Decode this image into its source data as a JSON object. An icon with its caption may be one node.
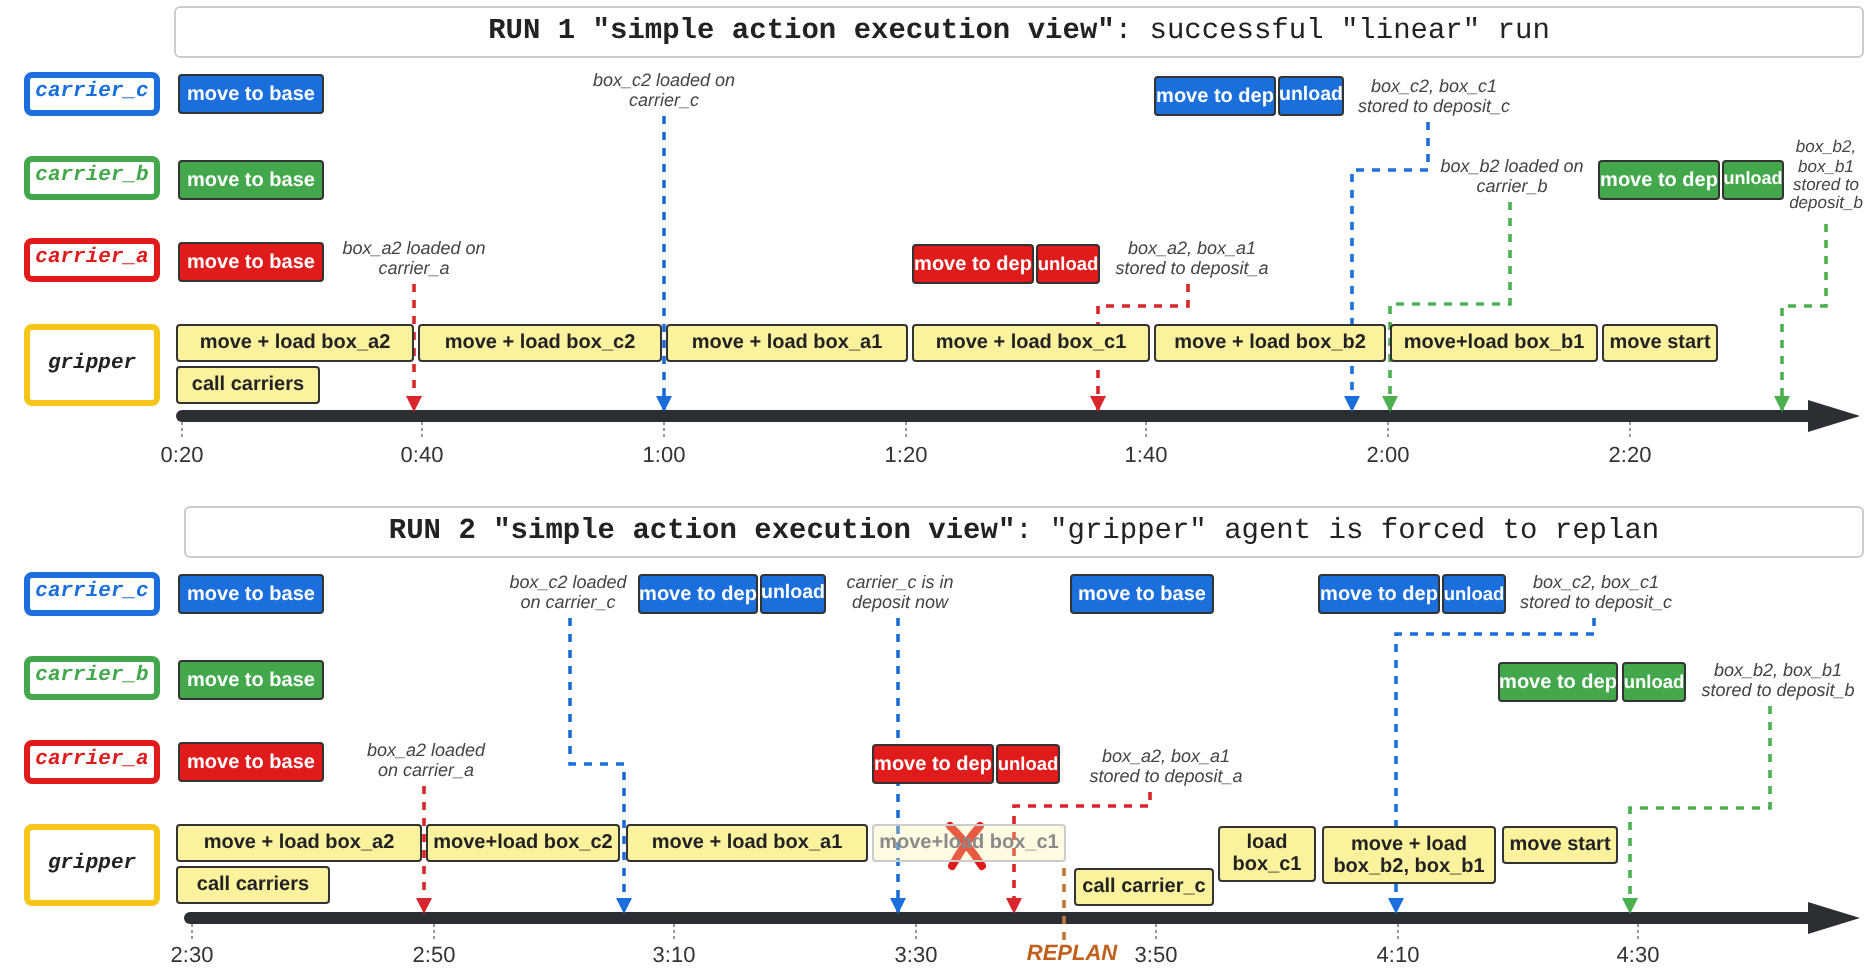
{
  "diagram": {
    "nodes": [
      {
        "text": [
          "carrier_c"
        ]
      },
      {
        "text": [
          "move to base"
        ]
      },
      {
        "text": [
          "box_c2 loaded on carrier_c"
        ]
      },
      {
        "text": [
          "move to dep"
        ]
      },
      {
        "text": [
          "unload"
        ]
      },
      {
        "text": [
          "box_c2, box_c1 stored to deposit_c"
        ]
      },
      {
        "text": [
          "carrier_b"
        ]
      },
      {
        "text": [
          "move to base"
        ]
      },
      {
        "text": [
          "box_b2 loaded on carrier_b"
        ]
      },
      {
        "text": [
          "move to dep"
        ]
      },
      {
        "text": [
          "unload"
        ]
      },
      {
        "text": [
          "box_b2, box_b1 stored to deposit_b"
        ]
      },
      {
        "text": [
          "carrier_a"
        ]
      },
      {
        "text": [
          "move to base"
        ]
      },
      {
        "text": [
          "box_a2 loaded on carrier_a"
        ]
      },
      {
        "text": [
          "move to dep"
        ]
      },
      {
        "text": [
          "unload"
        ]
      },
      {
        "text": [
          "box_a2, box_a1 stored to deposit_a"
        ]
      },
      {
        "text": [
          "gripper"
        ]
      },
      {
        "text": [
          "move + load box_a2"
        ]
      },
      {
        "text": [
          "move + load box_c2"
        ]
      },
      {
        "text": [
          "move + load box_a1"
        ]
      },
      {
        "text": [
          "move + load box_c1"
        ]
      },
      {
        "text": [
          "move + load box_b2"
        ]
      },
      {
        "text": [
          "move+load box_b1"
        ]
      },
      {
        "text": [
          "move start"
        ]
      },
      {
        "text": [
          "call carriers"
        ]
      },
      {
        "text": [],
        "shape": "arrow"
      },
      {
        "text": [
          "carrier_c"
        ]
      },
      {
        "text": [
          "move to base"
        ]
      },
      {
        "text": [
          "box_c2 loaded on carrier_c"
        ]
      },
      {
        "text": [
          "move to dep"
        ]
      },
      {
        "text": [
          "unload"
        ]
      },
      {
        "text": [
          "carrier_c is in deposit now"
        ]
      },
      {
        "text": [
          "move to base"
        ]
      },
      {
        "text": [
          "move to dep"
        ]
      },
      {
        "text": [
          "unload"
        ]
      },
      {
        "text": [
          "box_c2, box_c1 stored to deposit_c"
        ]
      },
      {
        "text": [
          "carrier_b"
        ]
      },
      {
        "text": [
          "move to base"
        ]
      },
      {
        "text": [
          "move to dep"
        ]
      },
      {
        "text": [
          "unload"
        ]
      },
      {
        "text": [
          "box_b2, box_b1 stored to deposit_b"
        ]
      },
      {
        "text": [
          "carrier_a"
        ]
      },
      {
        "text": [
          "move to base"
        ]
      },
      {
        "text": [
          "box_a2 loaded on carrier_a"
        ]
      },
      {
        "text": [
          "move to dep"
        ]
      },
      {
        "text": [
          "unload"
        ]
      },
      {
        "text": [
          "box_a2, box_a1 stored to deposit_a"
        ]
      },
      {
        "text": [
          "gripper"
        ]
      },
      {
        "text": [
          "move + load box_a2"
        ]
      },
      {
        "text": [
          "move+load box_c2"
        ]
      },
      {
        "text": [
          "move + load box_a1"
        ]
      },
      {
        "text": [
          "move+load box_c1"
        ]
      },
      {
        "text": [
          "load box_c1"
        ]
      },
      {
        "text": [
          "move + load box_b2, box_b1"
        ]
      },
      {
        "text": [
          "move start"
        ]
      },
      {
        "text": [
          "call carriers"
        ]
      },
      {
        "text": [
          "call carrier_c"
        ]
      },
      {
        "text": [],
        "shape": "arrow"
      },
      {
        "text": [
          "REPLAN"
        ]
      }
    ],
    "edges": [
      {
        "from": 2,
        "to": 27,
        "arrow": "to",
        "style": "dashed",
        "color": "#1a6fdc"
      },
      {
        "from": 5,
        "to": 27,
        "arrow": "to",
        "style": "dashed",
        "color": "#1a6fdc"
      },
      {
        "from": 8,
        "to": 27,
        "arrow": "to",
        "style": "dashed",
        "color": "#4caf50"
      },
      {
        "from": 11,
        "to": 27,
        "arrow": "to",
        "style": "dashed",
        "color": "#4caf50"
      },
      {
        "from": 14,
        "to": 27,
        "arrow": "to",
        "style": "dashed",
        "color": "#d9262c"
      },
      {
        "from": 17,
        "to": 27,
        "arrow": "to",
        "style": "dashed",
        "color": "#d9262c"
      },
      {
        "from": 30,
        "to": 59,
        "arrow": "to",
        "style": "dashed",
        "color": "#1a6fdc"
      },
      {
        "from": 33,
        "to": 59,
        "arrow": "to",
        "style": "dashed",
        "color": "#1a6fdc"
      },
      {
        "from": 37,
        "to": 59,
        "arrow": "to",
        "style": "dashed",
        "color": "#1a6fdc"
      },
      {
        "from": 42,
        "to": 59,
        "arrow": "to",
        "style": "dashed",
        "color": "#4caf50"
      },
      {
        "from": 45,
        "to": 59,
        "arrow": "to",
        "style": "dashed",
        "color": "#d9262c"
      },
      {
        "from": 48,
        "to": 59,
        "arrow": "to",
        "style": "dashed",
        "color": "#d9262c"
      },
      {
        "from": 60,
        "to": 53,
        "arrow": "none",
        "style": "dashed",
        "color": "#c07a3a"
      }
    ],
    "labels": [
      "**RUN 1 \"simple action execution view\"**: successful \"linear\" run",
      "0:20",
      "0:40",
      "1:00",
      "1:20",
      "1:40",
      "2:00",
      "2:20",
      "**RUN 2 \"simple action execution view\"**: \"gripper\" agent is forced to replan",
      "2:30",
      "2:50",
      "3:10",
      "3:30",
      "3:50",
      "4:10",
      "4:30"
    ]
  }
}
